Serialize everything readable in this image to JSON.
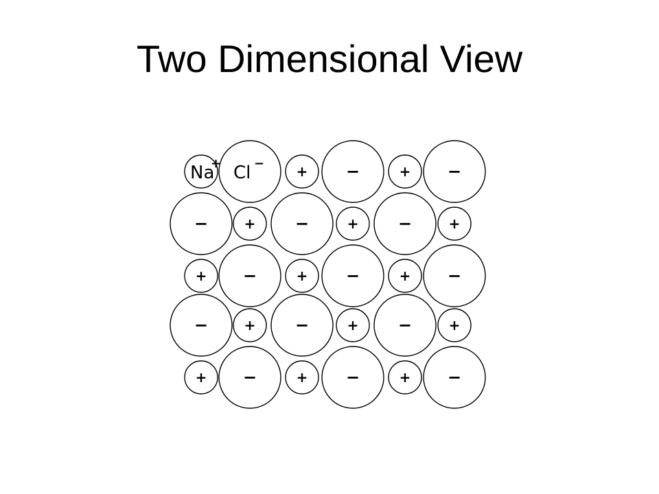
{
  "slide": {
    "title": "Two Dimensional View"
  },
  "diagram": {
    "na_label": "Na",
    "na_charge": "+",
    "cl_label": "Cl",
    "cl_charge": "−",
    "plus_symbol": "+",
    "minus_symbol": "−",
    "grid": [
      [
        "Na",
        "Cl",
        "+",
        "-",
        "+",
        "-"
      ],
      [
        "-",
        "+",
        "-",
        "+",
        "-",
        "+"
      ],
      [
        "+",
        "-",
        "+",
        "-",
        "+",
        "-"
      ],
      [
        "-",
        "+",
        "-",
        "+",
        "-",
        "+"
      ],
      [
        "+",
        "-",
        "+",
        "-",
        "+",
        "-"
      ]
    ],
    "colors": {
      "stroke": "#000000",
      "fill": "#ffffff",
      "text": "#000000"
    }
  }
}
